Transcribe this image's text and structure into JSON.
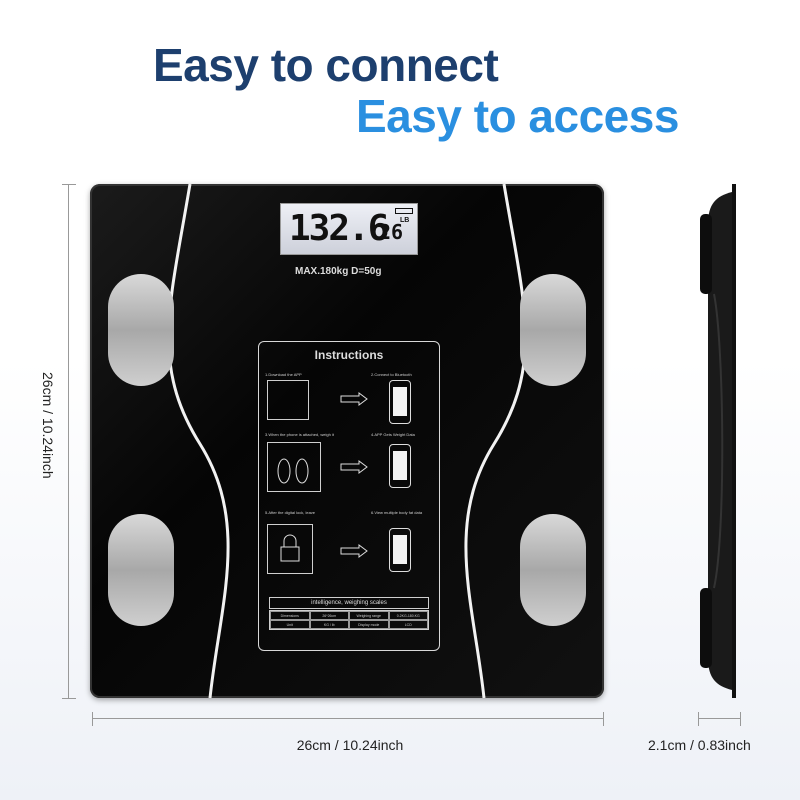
{
  "headline": {
    "line1": "Easy to connect",
    "line1_color": "#1d3f6e",
    "line2": "Easy to access",
    "line2_color": "#2a8fe0"
  },
  "display": {
    "weight": "132.6",
    "small_reading": "26",
    "unit": "LB"
  },
  "spec_label": "MAX.180kg   D=50g",
  "instructions": {
    "title": "Instructions",
    "steps": [
      "1.Download the APP",
      "2.Connect to Bluetooth",
      "3.When the phone is attached, weigh it",
      "4.APP Gets Weight Data",
      "5.After the digital lock, leave",
      "6.View multiple body fat data"
    ],
    "footer_title": "intelligence, weighing scales",
    "table": [
      "Dimensions",
      "26*26cm",
      "Weighing range",
      "0.2KG-180.KG",
      "Unit",
      "KG / lb",
      "Display mode",
      "LCD"
    ]
  },
  "dimensions": {
    "width": "26cm / 10.24inch",
    "height": "26cm / 10.24inch",
    "depth": "2.1cm / 0.83inch"
  }
}
